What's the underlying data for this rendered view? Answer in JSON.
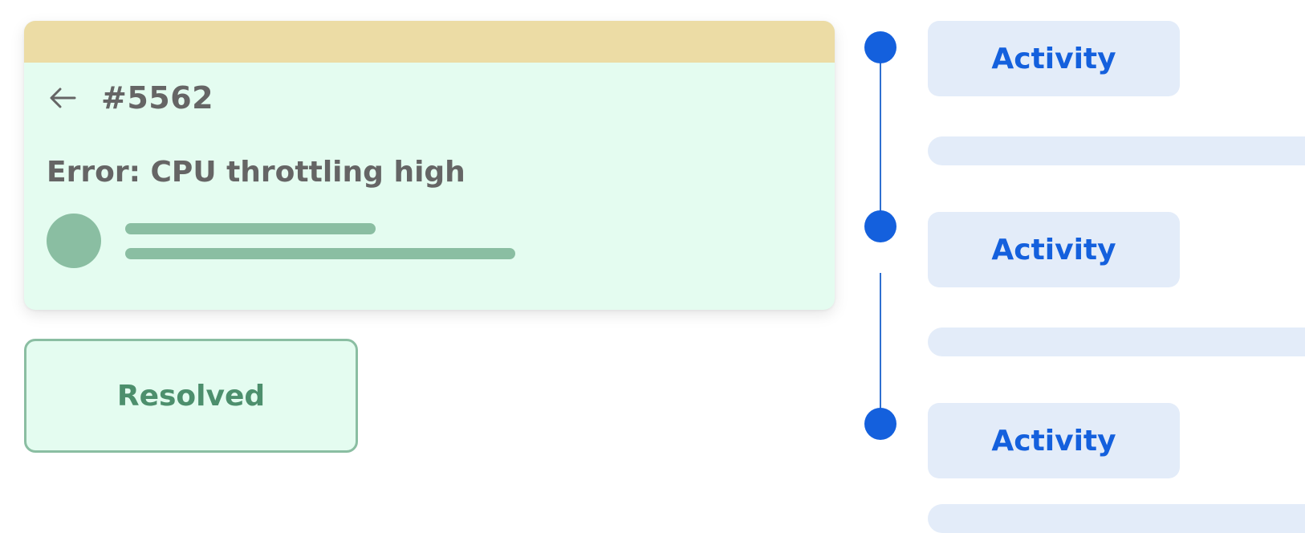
{
  "ticket": {
    "id": "#5562",
    "title": "Error: CPU throttling high",
    "user_line_widths": [
      324,
      504
    ]
  },
  "status_button": {
    "label": "Resolved"
  },
  "timeline": {
    "items": [
      {
        "label": "Activity"
      },
      {
        "label": "Activity"
      },
      {
        "label": "Activity"
      }
    ]
  },
  "colors": {
    "card_header": "#ecdca5",
    "card_body": "#e4fcf0",
    "skeleton": "#8abea2",
    "resolved_text": "#4d8f6d",
    "timeline_accent": "#1460dd",
    "activity_bg": "#e3ecf9",
    "heading_text": "#656565"
  },
  "icons": {
    "back": "arrow-left-icon"
  }
}
